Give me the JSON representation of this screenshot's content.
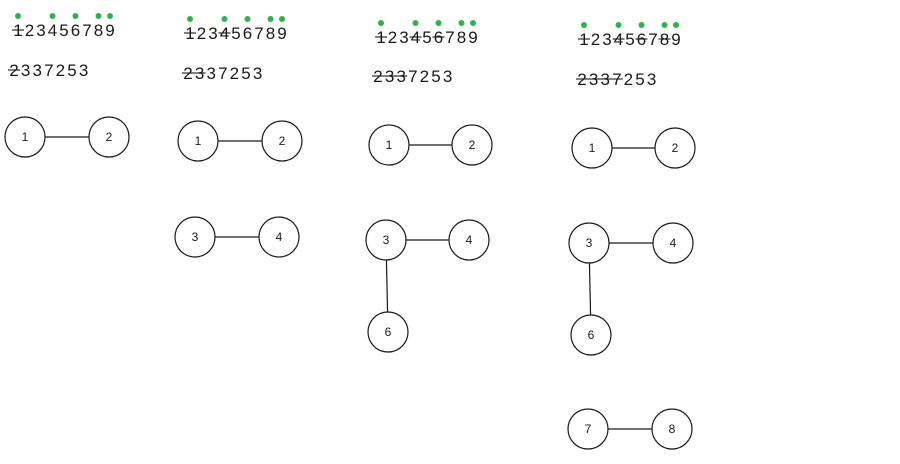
{
  "colors": {
    "marked_dot": "#2db34a",
    "ink": "#1a1a1a",
    "background": "#ffffff"
  },
  "panels": [
    {
      "top_sequence": [
        "1",
        "2",
        "3",
        "4",
        "5",
        "6",
        "7",
        "8",
        "9"
      ],
      "top_marked": [
        0,
        3,
        5,
        7,
        8
      ],
      "top_struck": [
        0
      ],
      "bottom_sequence": [
        "2",
        "3",
        "3",
        "7",
        "2",
        "5",
        "3"
      ],
      "bottom_struck": [
        0
      ],
      "nodes": [
        "1",
        "2"
      ],
      "edges": [
        [
          0,
          1
        ]
      ]
    },
    {
      "top_sequence": [
        "1",
        "2",
        "3",
        "4",
        "5",
        "6",
        "7",
        "8",
        "9"
      ],
      "top_marked": [
        0,
        3,
        5,
        7,
        8
      ],
      "top_struck": [
        0,
        3
      ],
      "bottom_sequence": [
        "2",
        "3",
        "3",
        "7",
        "2",
        "5",
        "3"
      ],
      "bottom_struck": [
        0,
        1
      ],
      "nodes": [
        "1",
        "2",
        "3",
        "4"
      ],
      "edges": [
        [
          0,
          1
        ],
        [
          2,
          3
        ]
      ]
    },
    {
      "top_sequence": [
        "1",
        "2",
        "3",
        "4",
        "5",
        "6",
        "7",
        "8",
        "9"
      ],
      "top_marked": [
        0,
        3,
        5,
        7,
        8
      ],
      "top_struck": [
        0,
        3,
        5
      ],
      "bottom_sequence": [
        "2",
        "3",
        "3",
        "7",
        "2",
        "5",
        "3"
      ],
      "bottom_struck": [
        0,
        1,
        2
      ],
      "nodes": [
        "1",
        "2",
        "3",
        "4",
        "6"
      ],
      "edges": [
        [
          0,
          1
        ],
        [
          2,
          3
        ],
        [
          2,
          4
        ]
      ]
    },
    {
      "top_sequence": [
        "1",
        "2",
        "3",
        "4",
        "5",
        "6",
        "7",
        "8",
        "9"
      ],
      "top_marked": [
        0,
        3,
        5,
        7,
        8
      ],
      "top_struck": [
        0,
        3,
        5,
        7
      ],
      "bottom_sequence": [
        "2",
        "3",
        "3",
        "7",
        "2",
        "5",
        "3"
      ],
      "bottom_struck": [
        0,
        1,
        2,
        3
      ],
      "nodes": [
        "1",
        "2",
        "3",
        "4",
        "6",
        "7",
        "8"
      ],
      "edges": [
        [
          0,
          1
        ],
        [
          2,
          3
        ],
        [
          2,
          4
        ],
        [
          5,
          6
        ]
      ]
    }
  ]
}
